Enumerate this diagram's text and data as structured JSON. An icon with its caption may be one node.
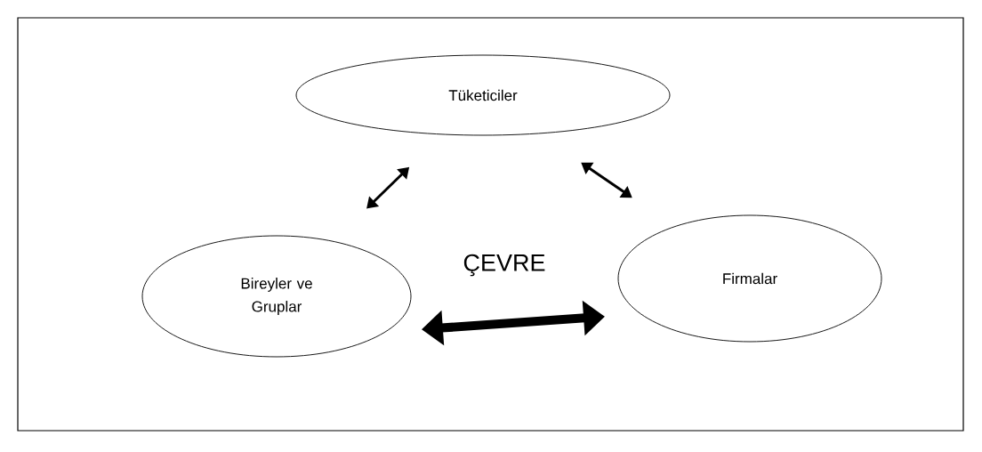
{
  "diagram": {
    "nodes": [
      {
        "text": [
          "Tüketiciler"
        ]
      },
      {
        "text": [
          "Bireyler ve Gruplar"
        ]
      },
      {
        "text": [
          "Firmalar"
        ]
      }
    ],
    "edges": [
      {
        "from": 0,
        "to": 1,
        "arrow": "both"
      },
      {
        "from": 0,
        "to": 2,
        "arrow": "both"
      },
      {
        "from": 1,
        "to": 2,
        "arrow": "both",
        "style": "thick"
      }
    ],
    "labels": [
      "ÇEVRE"
    ]
  }
}
